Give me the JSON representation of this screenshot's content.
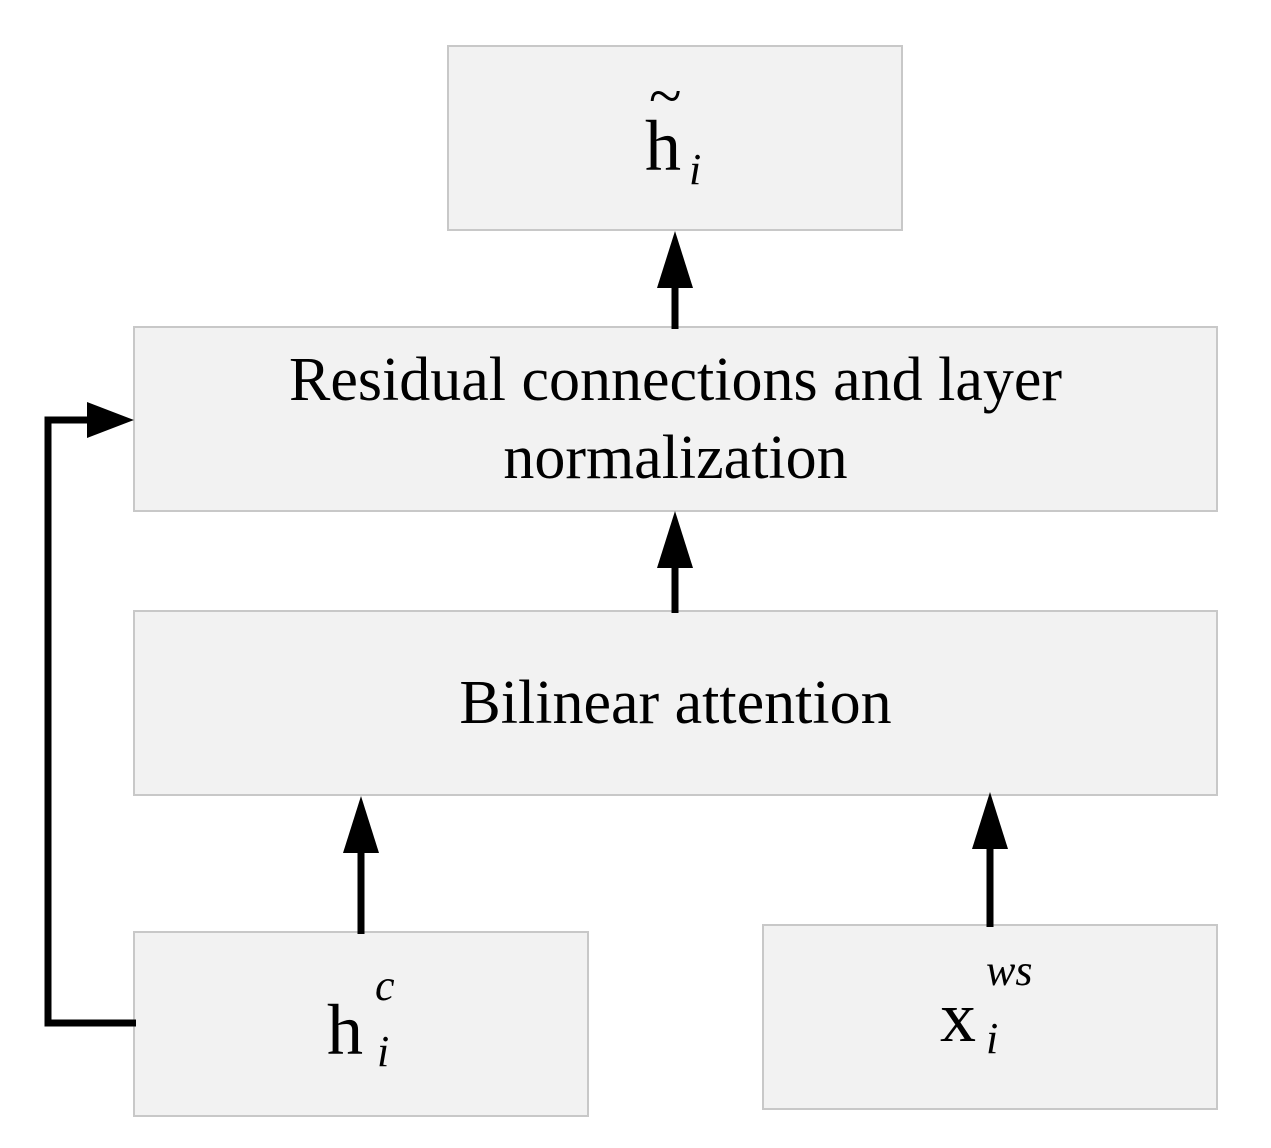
{
  "diagram": {
    "output_box": {
      "base": "h",
      "tilde": "~",
      "subscript": "i"
    },
    "residual_box": {
      "line1": "Residual connections and layer",
      "line2": "normalization"
    },
    "bilinear_box": {
      "label": "Bilinear attention"
    },
    "hc_box": {
      "base": "h",
      "subscript": "i",
      "superscript": "c"
    },
    "xws_box": {
      "base": "x",
      "subscript": "i",
      "superscript": "ws"
    },
    "colors": {
      "box_fill": "#f2f2f2",
      "box_border": "#c8c8c8",
      "arrow": "#000000"
    }
  }
}
